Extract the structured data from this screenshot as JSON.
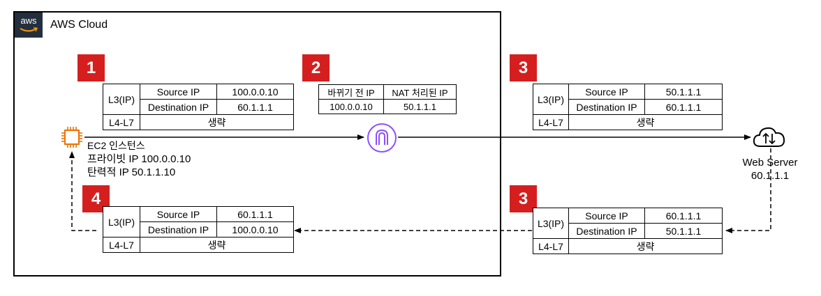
{
  "cloud": {
    "title": "AWS Cloud",
    "logo_text": "aws"
  },
  "colors": {
    "badge": "#d51f1f",
    "ec2": "#ed7100",
    "nat_gateway": "#8c4fff",
    "logo_bg": "#232f3e"
  },
  "badges": {
    "b1": "1",
    "b2": "2",
    "b3_top": "3",
    "b3_bottom": "3",
    "b4": "4"
  },
  "packet_out": {
    "l3": "L3(IP)",
    "l4": "L4-L7",
    "src_label": "Source IP",
    "src_value": "100.0.0.10",
    "dst_label": "Destination IP",
    "dst_value": "60.1.1.1",
    "omitted": "생략"
  },
  "nat_table": {
    "col_before": "바뀌기 전 IP",
    "col_after": "NAT 처리된 IP",
    "before_value": "100.0.0.10",
    "after_value": "50.1.1.1"
  },
  "packet_internet_out": {
    "l3": "L3(IP)",
    "l4": "L4-L7",
    "src_label": "Source IP",
    "src_value": "50.1.1.1",
    "dst_label": "Destination IP",
    "dst_value": "60.1.1.1",
    "omitted": "생략"
  },
  "packet_internet_in": {
    "l3": "L3(IP)",
    "l4": "L4-L7",
    "src_label": "Source IP",
    "src_value": "60.1.1.1",
    "dst_label": "Destination IP",
    "dst_value": "50.1.1.1",
    "omitted": "생략"
  },
  "packet_in": {
    "l3": "L3(IP)",
    "l4": "L4-L7",
    "src_label": "Source IP",
    "src_value": "60.1.1.1",
    "dst_label": "Destination IP",
    "dst_value": "100.0.0.10",
    "omitted": "생략"
  },
  "ec2": {
    "icon": "ec2-chip-icon",
    "name": "EC2 인스턴스",
    "private_ip": "프라이빗 IP 100.0.0.10",
    "elastic_ip": "탄력적 IP 50.1.1.10"
  },
  "nat_gateway": {
    "icon": "nat-gateway-icon"
  },
  "web_server": {
    "icon": "internet-cloud-icon",
    "name": "Web Server",
    "ip": "60.1.1.1"
  }
}
